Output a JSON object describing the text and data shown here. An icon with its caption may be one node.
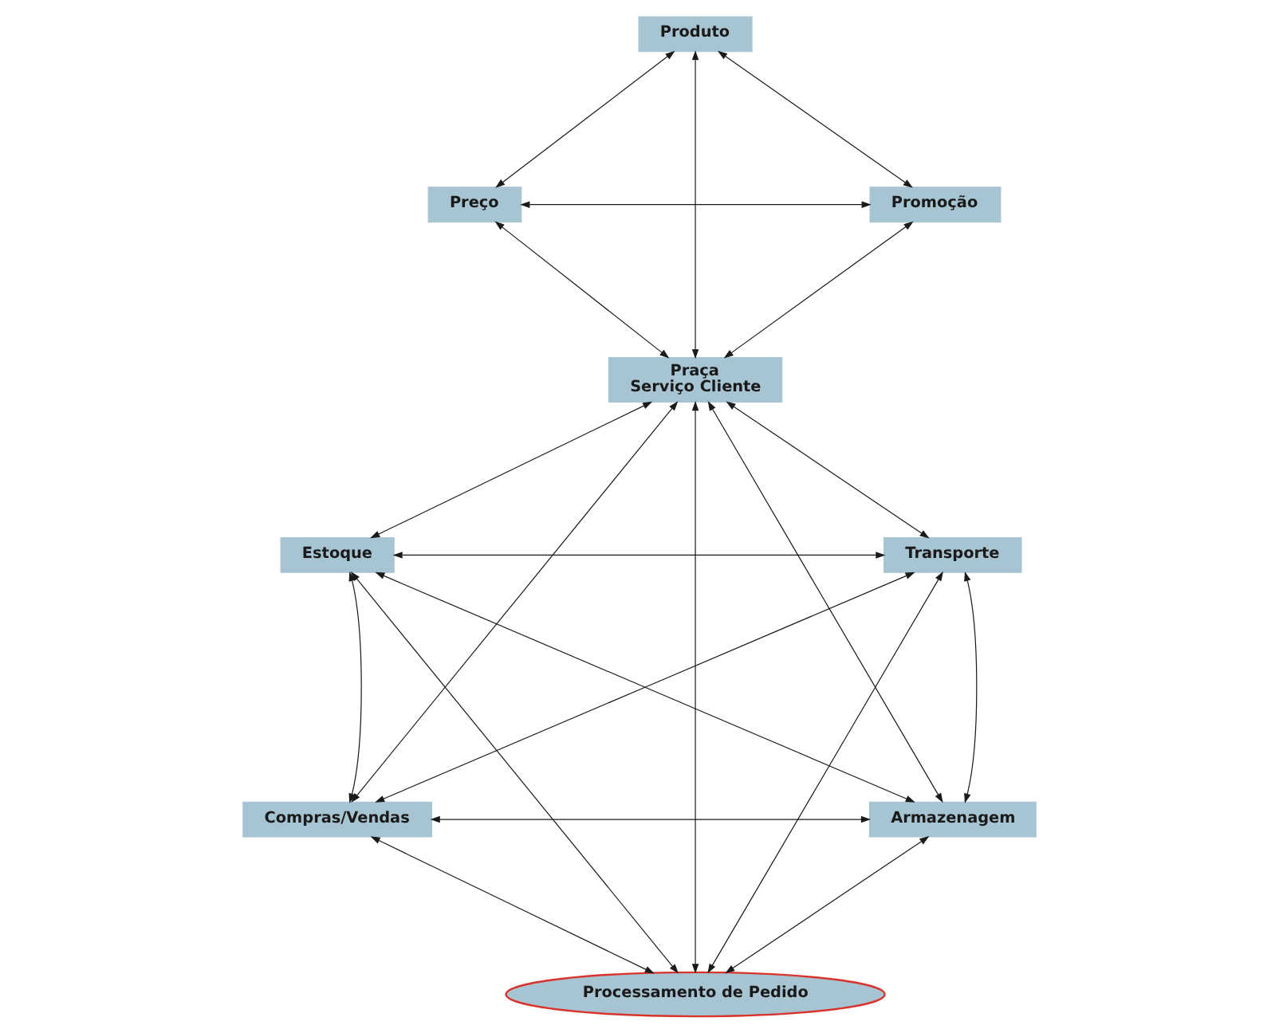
{
  "diagram": {
    "nodes": [
      {
        "text": [
          "Produto"
        ]
      },
      {
        "text": [
          "Preço"
        ]
      },
      {
        "text": [
          "Promoção"
        ]
      },
      {
        "text": [
          "Praça",
          "Serviço Cliente"
        ]
      },
      {
        "text": [
          "Estoque"
        ]
      },
      {
        "text": [
          "Transporte"
        ]
      },
      {
        "text": [
          "Compras/Vendas"
        ]
      },
      {
        "text": [
          "Armazenagem"
        ]
      },
      {
        "text": [
          "Processamento de Pedido"
        ]
      }
    ],
    "edges": [
      {
        "from": 0,
        "to": 1,
        "arrow": "both"
      },
      {
        "from": 0,
        "to": 2,
        "arrow": "both"
      },
      {
        "from": 1,
        "to": 2,
        "arrow": "both"
      },
      {
        "from": 0,
        "to": 3,
        "arrow": "both"
      },
      {
        "from": 1,
        "to": 3,
        "arrow": "both"
      },
      {
        "from": 2,
        "to": 3,
        "arrow": "both"
      },
      {
        "from": 3,
        "to": 4,
        "arrow": "both"
      },
      {
        "from": 3,
        "to": 5,
        "arrow": "both"
      },
      {
        "from": 4,
        "to": 5,
        "arrow": "both"
      },
      {
        "from": 4,
        "to": 6,
        "arrow": "both"
      },
      {
        "from": 5,
        "to": 7,
        "arrow": "both"
      },
      {
        "from": 4,
        "to": 7,
        "arrow": "both"
      },
      {
        "from": 5,
        "to": 6,
        "arrow": "both"
      },
      {
        "from": 6,
        "to": 7,
        "arrow": "both"
      },
      {
        "from": 3,
        "to": 6,
        "arrow": "both"
      },
      {
        "from": 3,
        "to": 7,
        "arrow": "both"
      },
      {
        "from": 3,
        "to": 8,
        "arrow": "both"
      },
      {
        "from": 4,
        "to": 8,
        "arrow": "both"
      },
      {
        "from": 5,
        "to": 8,
        "arrow": "both"
      },
      {
        "from": 6,
        "to": 8,
        "arrow": "both"
      },
      {
        "from": 7,
        "to": 8,
        "arrow": "both"
      }
    ]
  }
}
